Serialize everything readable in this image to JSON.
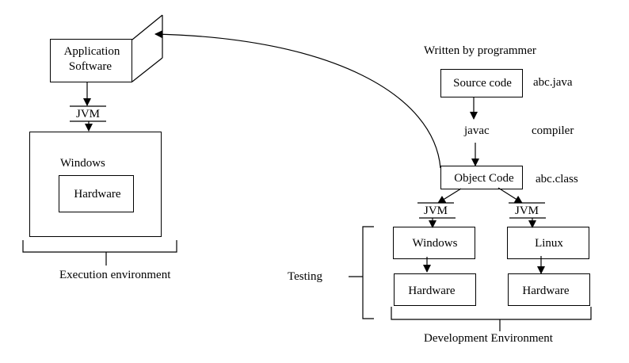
{
  "execution": {
    "app_box": {
      "line1": "Application",
      "line2": "Software"
    },
    "jvm_label": "JVM",
    "os_label": "Windows",
    "hardware_label": "Hardware",
    "bracket_label": "Execution environment"
  },
  "development": {
    "written_by": "Written by programmer",
    "source_box": "Source code",
    "source_file": "abc.java",
    "compiler_cmd": "javac",
    "compiler_label": "compiler",
    "object_box": "Object Code",
    "object_file": "abc.class",
    "left_branch": {
      "jvm": "JVM",
      "os": "Windows",
      "hardware": "Hardware"
    },
    "right_branch": {
      "jvm": "JVM",
      "os": "Linux",
      "hardware": "Hardware"
    },
    "testing_label": "Testing",
    "bracket_label": "Development Environment"
  },
  "colors": {
    "line": "#000000",
    "background": "#ffffff"
  }
}
